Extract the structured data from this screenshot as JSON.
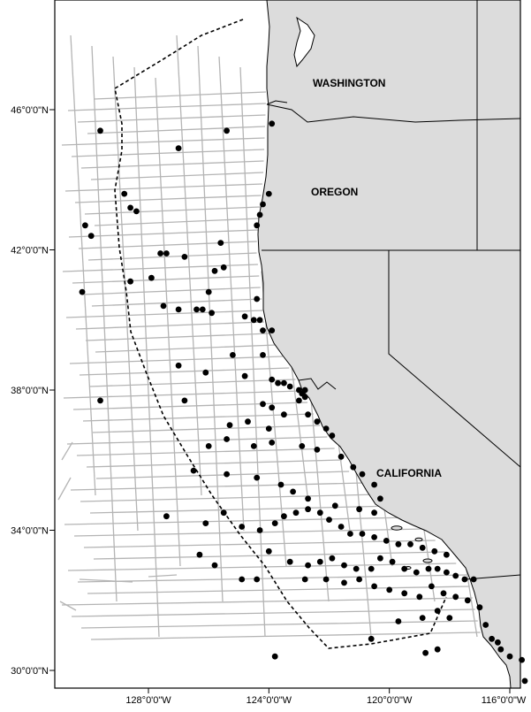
{
  "map": {
    "colors": {
      "land": "#dcdcdc",
      "ocean": "#ffffff",
      "border": "#000000",
      "tracks": "#b4b4b4",
      "points": "#000000",
      "boundary_line": "#000000"
    },
    "state_labels": [
      "WASHINGTON",
      "OREGON",
      "CALIFORNIA"
    ],
    "lat_labels": [
      "46°0'0\"N",
      "42°0'0\"N",
      "38°0'0\"N",
      "34°0'0\"N",
      "30°0'0\"N"
    ],
    "lon_labels": [
      "128°0'0\"W",
      "124°0'0\"W",
      "120°0'0\"W",
      "116°0'0\"W"
    ],
    "lat_ticks_deg": [
      46,
      42,
      38,
      34,
      30
    ],
    "lon_ticks_deg": [
      -128,
      -124,
      -120,
      -116
    ],
    "points_lonlat": [
      [
        -129.6,
        45.4
      ],
      [
        -127.0,
        44.9
      ],
      [
        -125.4,
        45.4
      ],
      [
        -123.9,
        45.6
      ],
      [
        -128.8,
        43.6
      ],
      [
        -128.6,
        43.2
      ],
      [
        -128.4,
        43.1
      ],
      [
        -124.0,
        43.6
      ],
      [
        -124.2,
        43.3
      ],
      [
        -124.3,
        43.0
      ],
      [
        -124.4,
        42.7
      ],
      [
        -130.1,
        42.7
      ],
      [
        -129.9,
        42.4
      ],
      [
        -125.6,
        42.2
      ],
      [
        -127.6,
        41.9
      ],
      [
        -127.4,
        41.9
      ],
      [
        -126.8,
        41.8
      ],
      [
        -125.8,
        41.4
      ],
      [
        -125.5,
        41.5
      ],
      [
        -128.6,
        41.1
      ],
      [
        -127.9,
        41.2
      ],
      [
        -130.2,
        40.8
      ],
      [
        -126.0,
        40.8
      ],
      [
        -127.5,
        40.4
      ],
      [
        -127.0,
        40.3
      ],
      [
        -126.4,
        40.3
      ],
      [
        -126.2,
        40.3
      ],
      [
        -125.9,
        40.2
      ],
      [
        -124.4,
        40.6
      ],
      [
        -124.8,
        40.1
      ],
      [
        -124.5,
        40.0
      ],
      [
        -124.3,
        40.0
      ],
      [
        -124.2,
        39.7
      ],
      [
        -123.9,
        39.7
      ],
      [
        -125.2,
        39.0
      ],
      [
        -124.2,
        39.0
      ],
      [
        -127.0,
        38.7
      ],
      [
        -126.1,
        38.5
      ],
      [
        -124.8,
        38.4
      ],
      [
        -123.9,
        38.3
      ],
      [
        -123.7,
        38.2
      ],
      [
        -123.5,
        38.2
      ],
      [
        -123.3,
        38.1
      ],
      [
        -123.0,
        38.0
      ],
      [
        -122.9,
        37.9
      ],
      [
        -123.0,
        37.7
      ],
      [
        -122.8,
        37.8
      ],
      [
        -122.8,
        38.0
      ],
      [
        -129.6,
        37.7
      ],
      [
        -126.8,
        37.7
      ],
      [
        -124.2,
        37.6
      ],
      [
        -123.9,
        37.5
      ],
      [
        -123.5,
        37.3
      ],
      [
        -122.7,
        37.3
      ],
      [
        -122.4,
        37.1
      ],
      [
        -122.1,
        36.9
      ],
      [
        -121.9,
        36.7
      ],
      [
        -125.3,
        37.0
      ],
      [
        -124.7,
        37.1
      ],
      [
        -124.0,
        36.9
      ],
      [
        -126.0,
        36.4
      ],
      [
        -125.4,
        36.6
      ],
      [
        -124.5,
        36.4
      ],
      [
        -123.9,
        36.5
      ],
      [
        -122.9,
        36.4
      ],
      [
        -122.4,
        36.3
      ],
      [
        -121.6,
        36.1
      ],
      [
        -121.2,
        35.8
      ],
      [
        -120.9,
        35.6
      ],
      [
        -120.5,
        35.3
      ],
      [
        -120.3,
        34.9
      ],
      [
        -126.5,
        35.7
      ],
      [
        -125.4,
        35.6
      ],
      [
        -124.4,
        35.5
      ],
      [
        -123.6,
        35.3
      ],
      [
        -123.2,
        35.1
      ],
      [
        -122.7,
        34.9
      ],
      [
        -121.8,
        34.7
      ],
      [
        -121.0,
        34.6
      ],
      [
        -120.5,
        34.5
      ],
      [
        -127.4,
        34.4
      ],
      [
        -126.1,
        34.2
      ],
      [
        -125.5,
        34.5
      ],
      [
        -124.9,
        34.1
      ],
      [
        -124.3,
        34.0
      ],
      [
        -123.8,
        34.2
      ],
      [
        -123.5,
        34.4
      ],
      [
        -123.1,
        34.5
      ],
      [
        -122.7,
        34.6
      ],
      [
        -122.3,
        34.5
      ],
      [
        -122.0,
        34.3
      ],
      [
        -121.6,
        34.1
      ],
      [
        -121.3,
        33.9
      ],
      [
        -120.9,
        33.9
      ],
      [
        -120.5,
        33.8
      ],
      [
        -120.1,
        33.7
      ],
      [
        -119.7,
        33.6
      ],
      [
        -119.3,
        33.6
      ],
      [
        -118.9,
        33.5
      ],
      [
        -118.5,
        33.4
      ],
      [
        -118.1,
        33.3
      ],
      [
        -126.3,
        33.3
      ],
      [
        -125.8,
        33.0
      ],
      [
        -124.9,
        32.6
      ],
      [
        -124.4,
        32.6
      ],
      [
        -124.0,
        33.4
      ],
      [
        -123.3,
        33.1
      ],
      [
        -122.7,
        33.0
      ],
      [
        -122.3,
        33.1
      ],
      [
        -121.9,
        33.2
      ],
      [
        -121.5,
        33.0
      ],
      [
        -121.1,
        32.9
      ],
      [
        -120.6,
        32.9
      ],
      [
        -120.3,
        33.2
      ],
      [
        -119.9,
        33.1
      ],
      [
        -119.5,
        32.9
      ],
      [
        -119.1,
        32.8
      ],
      [
        -118.7,
        32.9
      ],
      [
        -118.4,
        32.9
      ],
      [
        -118.1,
        32.8
      ],
      [
        -117.8,
        32.7
      ],
      [
        -117.5,
        32.6
      ],
      [
        -117.2,
        32.6
      ],
      [
        -122.8,
        32.6
      ],
      [
        -122.1,
        32.6
      ],
      [
        -121.5,
        32.5
      ],
      [
        -121.0,
        32.6
      ],
      [
        -120.5,
        32.4
      ],
      [
        -120.0,
        32.3
      ],
      [
        -119.5,
        32.2
      ],
      [
        -119.0,
        32.1
      ],
      [
        -118.6,
        32.4
      ],
      [
        -118.2,
        32.2
      ],
      [
        -117.8,
        32.1
      ],
      [
        -117.4,
        32.0
      ],
      [
        -117.0,
        31.8
      ],
      [
        -119.7,
        31.4
      ],
      [
        -118.9,
        31.5
      ],
      [
        -118.4,
        31.7
      ],
      [
        -118.0,
        31.5
      ],
      [
        -116.8,
        31.3
      ],
      [
        -120.6,
        30.9
      ],
      [
        -118.8,
        30.5
      ],
      [
        -118.4,
        30.6
      ],
      [
        -116.6,
        30.9
      ],
      [
        -116.4,
        30.8
      ],
      [
        -116.3,
        30.6
      ],
      [
        -116.0,
        30.4
      ],
      [
        -115.6,
        30.3
      ],
      [
        -115.5,
        29.7
      ],
      [
        -123.8,
        30.4
      ]
    ]
  }
}
